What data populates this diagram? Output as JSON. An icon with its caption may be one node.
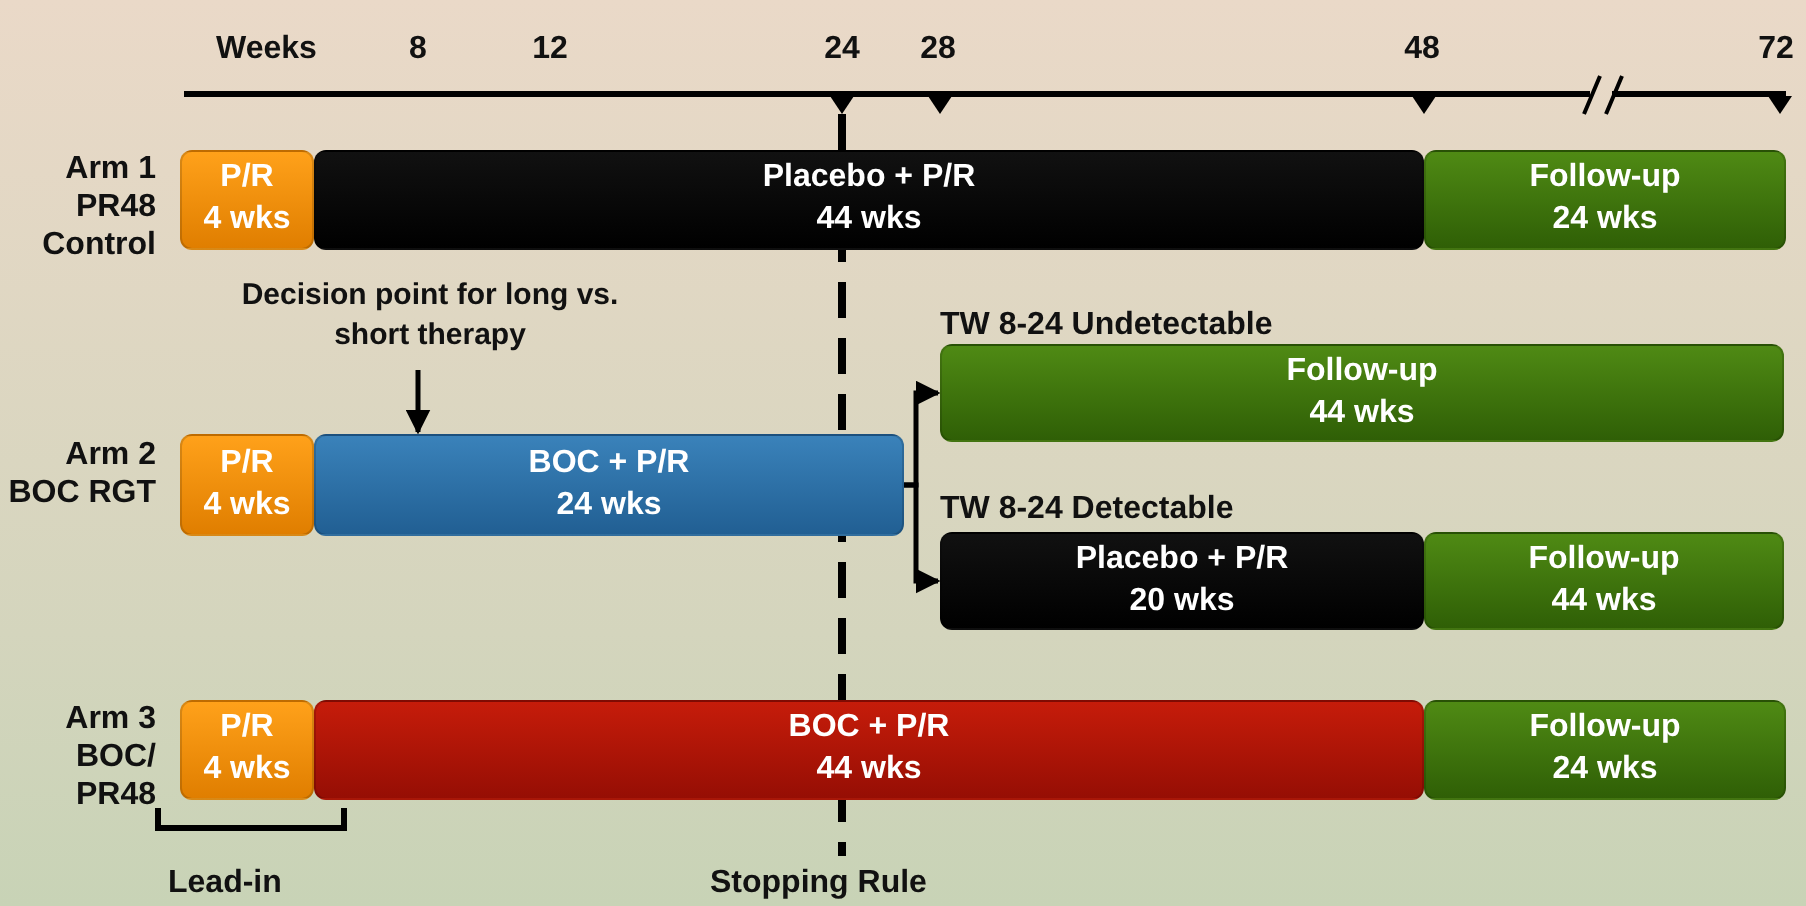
{
  "diagram": {
    "nodes": [
      {
        "text": [
          "P/R",
          "4 wks"
        ]
      },
      {
        "text": [
          "Placebo + P/R",
          "44 wks"
        ]
      },
      {
        "text": [
          "Follow-up",
          "24 wks"
        ]
      },
      {
        "text": [
          "P/R",
          "4 wks"
        ]
      },
      {
        "text": [
          "BOC + P/R",
          "24 wks"
        ]
      },
      {
        "text": [
          "Follow-up",
          "44 wks"
        ]
      },
      {
        "text": [
          "Placebo + P/R",
          "20 wks"
        ]
      },
      {
        "text": [
          "Follow-up",
          "44 wks"
        ]
      },
      {
        "text": [
          "P/R",
          "4 wks"
        ]
      },
      {
        "text": [
          "BOC + P/R",
          "44 wks"
        ]
      },
      {
        "text": [
          "Follow-up",
          "24 wks"
        ]
      },
      {
        "text": [
          "Decision point for long vs. short therapy"
        ]
      }
    ],
    "edges": [
      {
        "from": 11,
        "to": 4,
        "arrow": "to"
      },
      {
        "from": 4,
        "to": 5,
        "arrow": "to"
      },
      {
        "from": 4,
        "to": 6,
        "arrow": "to"
      }
    ],
    "labels": [
      "Weeks",
      "8",
      "12",
      "24",
      "28",
      "48",
      "72",
      "Arm 1 PR48 Control",
      "TW 8-24 Undetectable",
      "Arm 2 BOC RGT",
      "TW 8-24 Detectable",
      "Arm 3 BOC/ PR48",
      "Lead-in",
      "Stopping Rule"
    ]
  }
}
